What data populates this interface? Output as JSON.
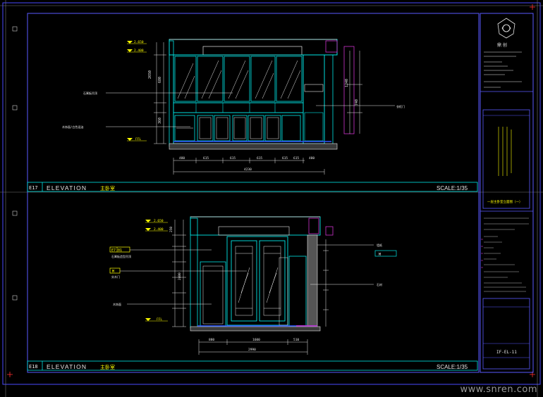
{
  "sheet": {
    "title_block": {
      "logo_text": "鼎 创",
      "project_info": "一层主卧室立面图（一）",
      "drawing_no": "IF-EL-11"
    }
  },
  "elevations": [
    {
      "id": "E17",
      "title": "ELEVATION",
      "subtitle": "主卧室",
      "scale": "SCALE:1/35",
      "levels": [
        "2.650",
        "2.400",
        "FFL"
      ],
      "dims": [
        "480",
        "615",
        "615",
        "615",
        "615",
        "615",
        "480"
      ],
      "total": "4230",
      "labels": [
        "石膏板吊顶",
        "木饰面/白色混油"
      ],
      "right_label": "衣柜门"
    },
    {
      "id": "E18",
      "title": "ELEVATION",
      "subtitle": "主卧室",
      "scale": "SCALE:1/35",
      "levels": [
        "2.650",
        "2.400",
        "FFL"
      ],
      "dims": [
        "880",
        "1600",
        "510"
      ],
      "total": "2990",
      "tag_left_1": "E7 01",
      "tag_left_2": "M",
      "tag_right": "M",
      "labels": [
        "石膏板造型吊顶",
        "实木门",
        "木饰面"
      ],
      "right_labels": [
        "墙纸",
        "石材"
      ]
    }
  ],
  "watermark": "www.snren.com",
  "colors": {
    "frame": "#5a5aff",
    "cyan": "#00e6e6",
    "yellow": "#ffff00",
    "white": "#e8e8e8",
    "red": "#ff3030",
    "magenta": "#cc33cc",
    "green": "#33cc33"
  }
}
